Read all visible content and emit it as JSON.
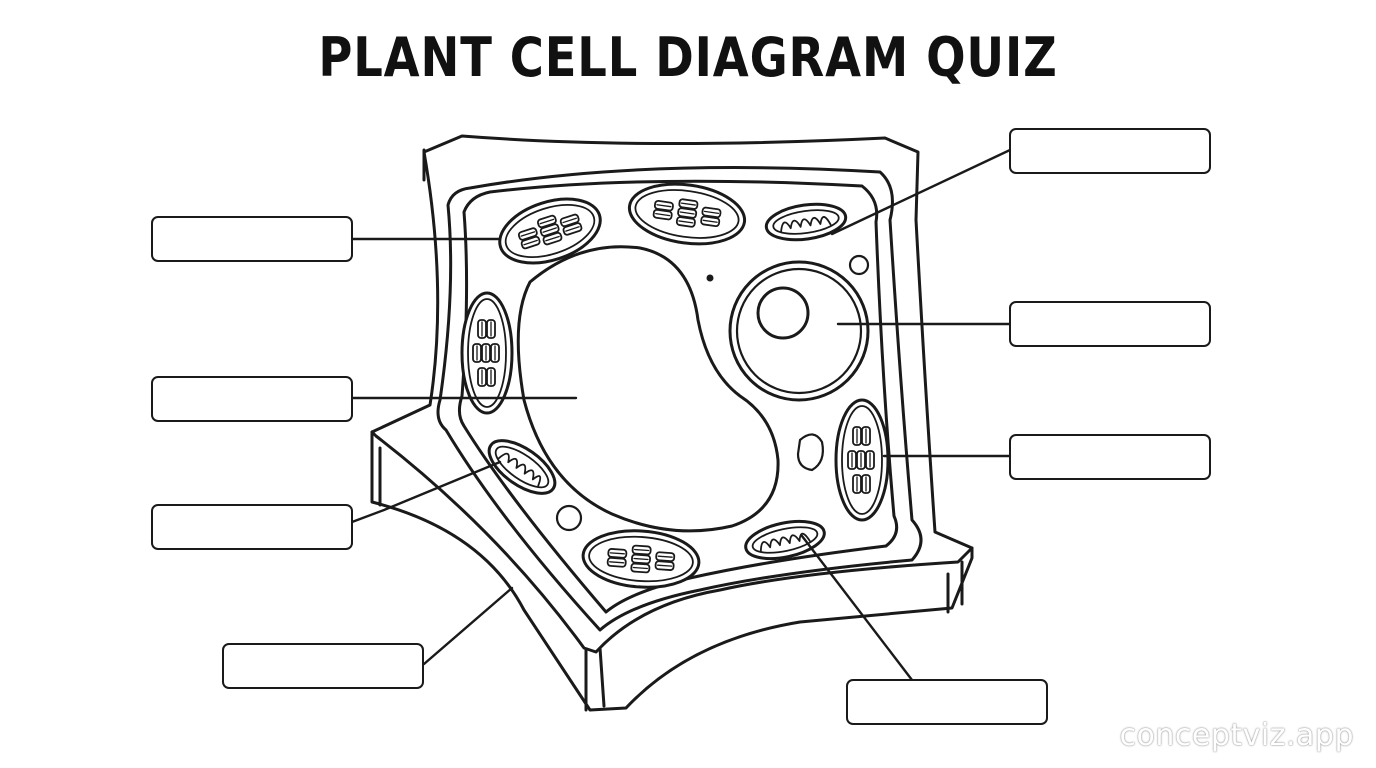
{
  "header": {
    "title": "PLANT CELL DIAGRAM QUIZ"
  },
  "labels": [
    {
      "id": "top-right",
      "value": ""
    },
    {
      "id": "left-1",
      "value": ""
    },
    {
      "id": "right-2",
      "value": ""
    },
    {
      "id": "left-2",
      "value": ""
    },
    {
      "id": "right-3",
      "value": ""
    },
    {
      "id": "left-3",
      "value": ""
    },
    {
      "id": "bottom-left",
      "value": ""
    },
    {
      "id": "bottom-right",
      "value": ""
    }
  ],
  "footer": {
    "watermark": "conceptviz.app"
  },
  "colors": {
    "stroke": "#1a1a1a",
    "background": "#ffffff"
  }
}
